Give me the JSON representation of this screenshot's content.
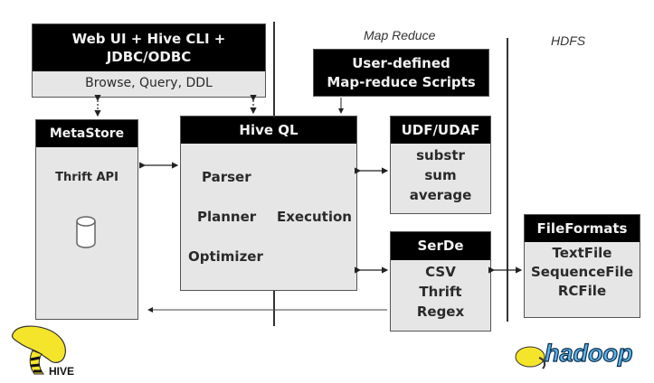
{
  "sections": {
    "map_reduce": "Map Reduce",
    "hdfs": "HDFS"
  },
  "client_box": {
    "title_line1": "Web UI + Hive CLI +",
    "title_line2": "JDBC/ODBC",
    "subtitle": "Browse, Query, DDL"
  },
  "udf_scripts_box": {
    "line1": "User-defined",
    "line2": "Map-reduce Scripts"
  },
  "metastore_box": {
    "title": "MetaStore",
    "label": "Thrift API",
    "icon": "database-cylinder-icon"
  },
  "hiveql_box": {
    "title": "Hive QL",
    "components": [
      "Parser",
      "Planner",
      "Optimizer",
      "Execution"
    ]
  },
  "udf_box": {
    "title": "UDF/UDAF",
    "items": [
      "substr",
      "sum",
      "average"
    ]
  },
  "serde_box": {
    "title": "SerDe",
    "items": [
      "CSV",
      "Thrift",
      "Regex"
    ]
  },
  "fileformats_box": {
    "title": "FileFormats",
    "items": [
      "TextFile",
      "SequenceFile",
      "RCFile"
    ]
  },
  "logos": {
    "hive": "HIVE",
    "hadoop": "hadoop"
  },
  "colors": {
    "header_bg": "#000000",
    "box_bg": "#e6e6e6",
    "hive_yellow": "#f5e52a",
    "hadoop_blue": "#5ab4e8"
  }
}
